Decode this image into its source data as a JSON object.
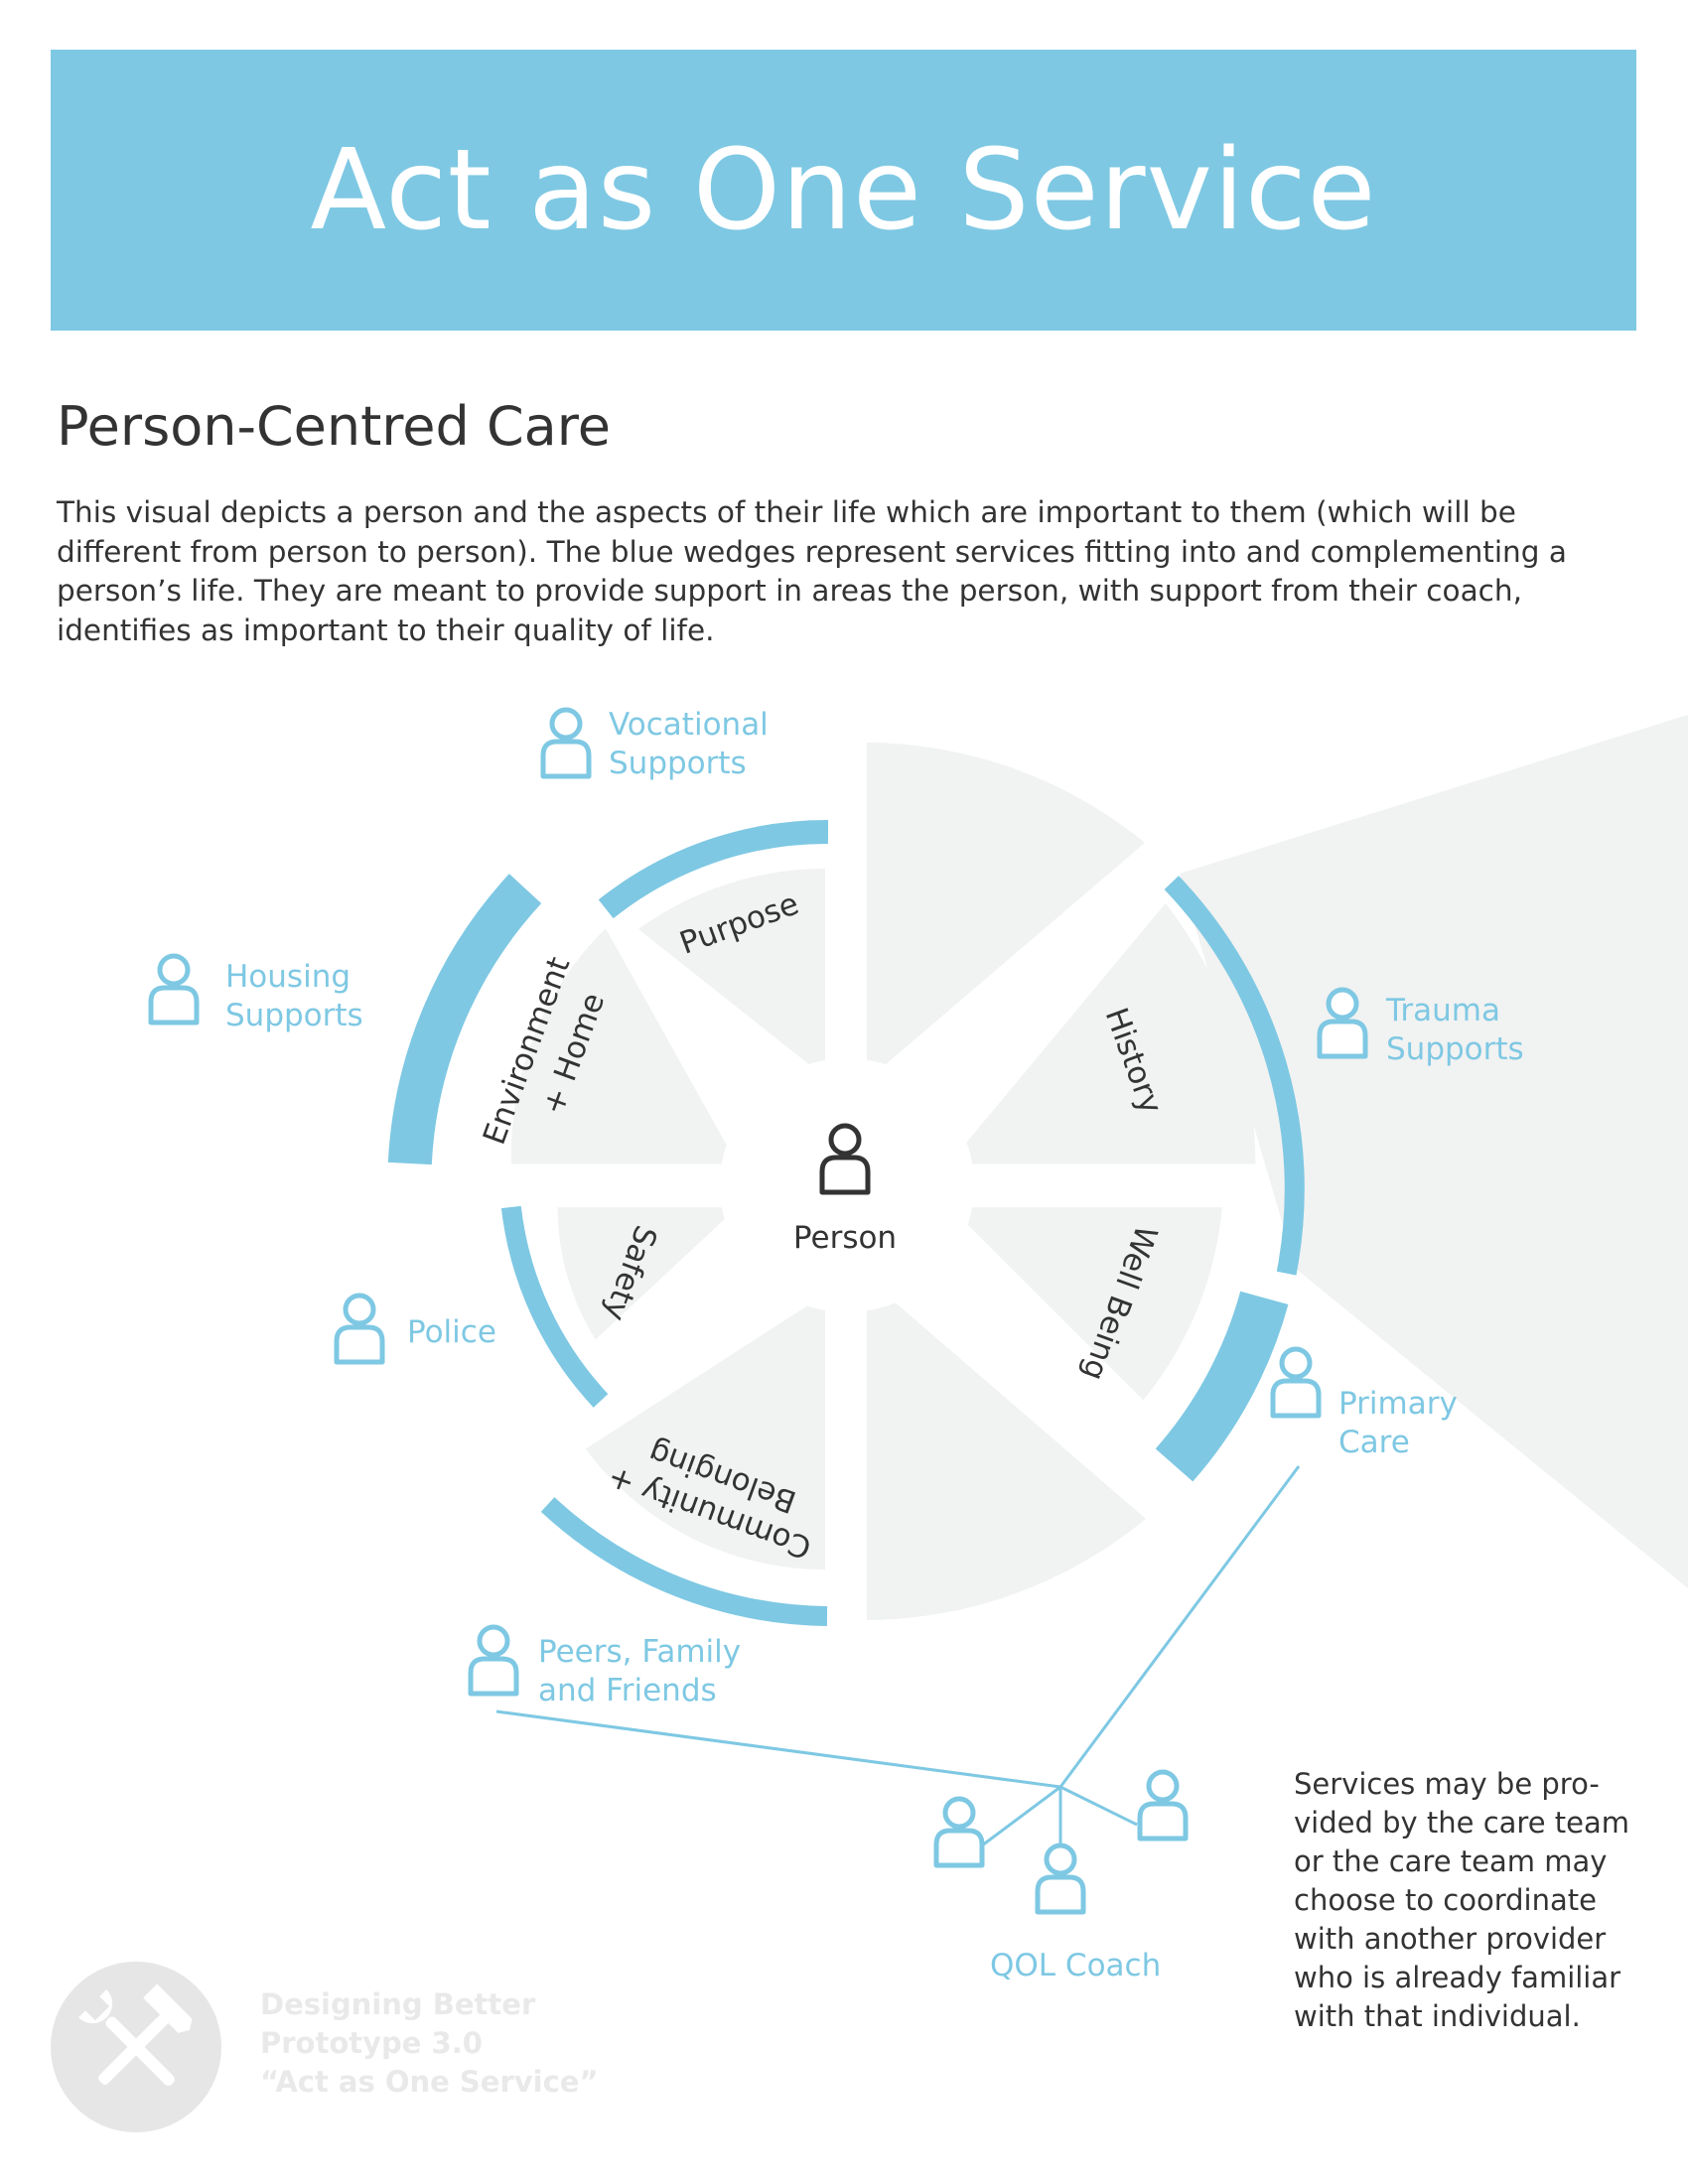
{
  "header": {
    "title": "Act as One Service"
  },
  "section": {
    "heading": "Person-Centred Care",
    "intro": "This visual depicts a person and the aspects of their life which are important to them (which will be different from person to person). The blue wedges represent services fitting into and complementing a person’s life. They are meant to provide support in areas the person, with support from their coach, identifies as important to their quality of life."
  },
  "diagram": {
    "center_label": "Person",
    "wedges": {
      "purpose": "Purpose",
      "environment_line1": "Environment",
      "environment_line2": "+ Home",
      "history": "History",
      "well_being": "Well Being",
      "safety": "Safety",
      "community_line1": "Community +",
      "community_line2": "Belonging"
    },
    "services": {
      "vocational_line1": "Vocational",
      "vocational_line2": "Supports",
      "housing_line1": "Housing",
      "housing_line2": "Supports",
      "trauma_line1": "Trauma",
      "trauma_line2": "Supports",
      "police": "Police",
      "primary_line1": "Primary",
      "primary_line2": "Care",
      "peers_line1": "Peers, Family",
      "peers_line2": "and Friends",
      "coach": "QOL Coach"
    },
    "colors": {
      "service_blue": "#7ec8e3",
      "wedge_gray": "#f1f2f2",
      "text_dark": "#333333"
    }
  },
  "note": {
    "lines": [
      "Services may be pro-",
      "vided by the care team",
      "or the care team may",
      "choose to coordinate",
      "with another provider",
      "who is already familiar",
      "with that individual."
    ]
  },
  "footer": {
    "line1": "Designing Better",
    "line2": "Prototype 3.0",
    "line3": "“Act as One Service”",
    "logo_icon": "hammer-wrench-icon"
  }
}
